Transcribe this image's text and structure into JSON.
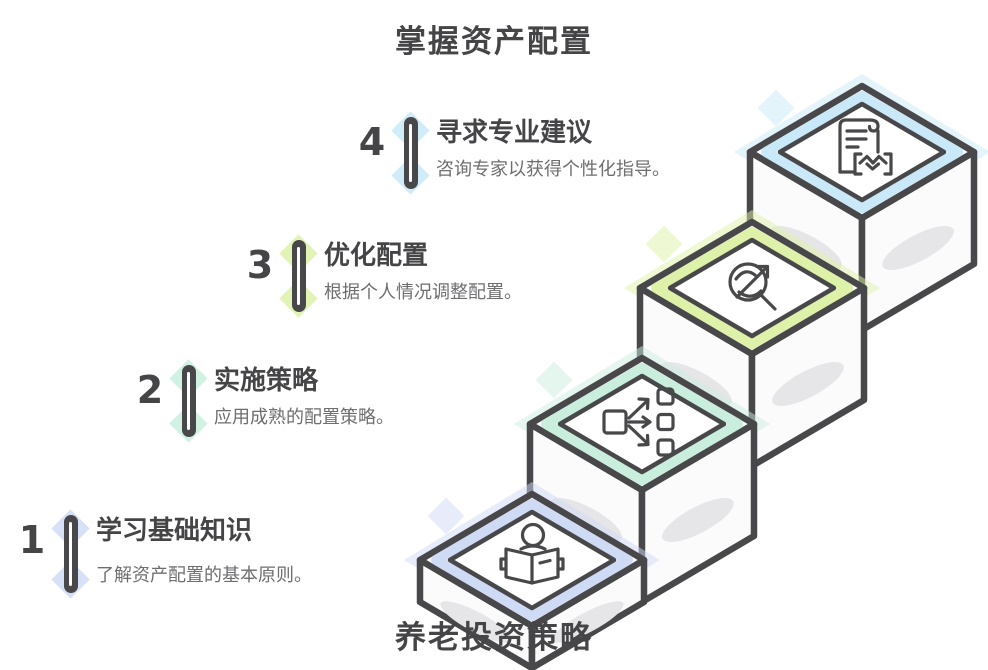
{
  "header": {
    "title": "掌握资产配置"
  },
  "footer": {
    "title": "养老投资策略"
  },
  "steps": [
    {
      "number": "1",
      "title": "学习基础知识",
      "description": "了解资产配置的基本原则。",
      "accent_color": "#cfdaf5",
      "icon": "book-reader"
    },
    {
      "number": "2",
      "title": "实施策略",
      "description": "应用成熟的配置策略。",
      "accent_color": "#c9eedd",
      "icon": "allocation-arrows"
    },
    {
      "number": "3",
      "title": "优化配置",
      "description": "根据个人情况调整配置。",
      "accent_color": "#ddf2a8",
      "icon": "magnifier-trend"
    },
    {
      "number": "4",
      "title": "寻求专业建议",
      "description": "咨询专家以获得个性化指导。",
      "accent_color": "#c9e9f8",
      "icon": "contract-handshake"
    }
  ],
  "colors": {
    "background": "#ffffff",
    "outline": "#48484a",
    "title_text": "#454548",
    "desc_text": "#6e6e71",
    "face_shadow": "#e6e6e8",
    "face_fill": "#fbfbfc"
  }
}
